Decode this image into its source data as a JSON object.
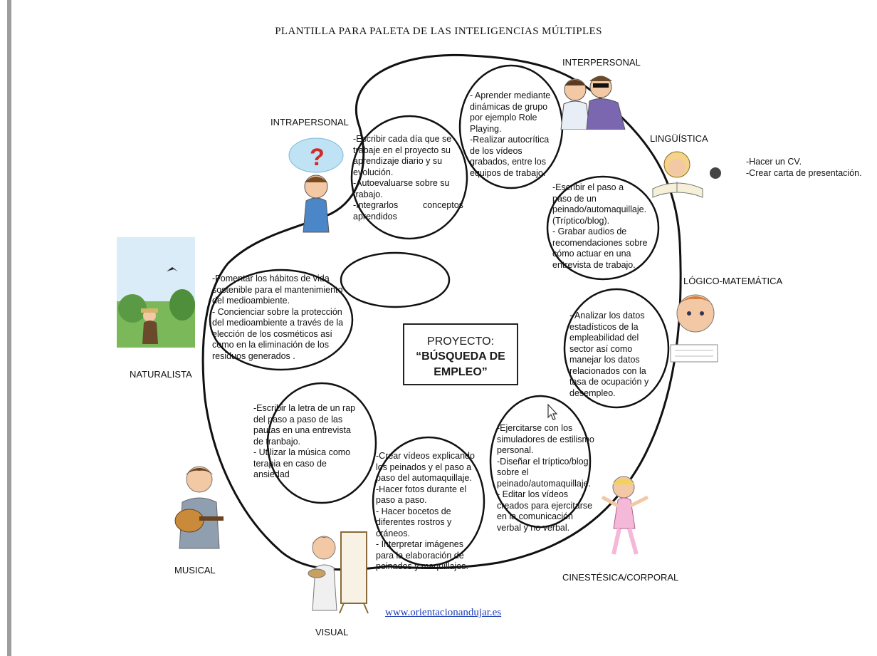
{
  "title": "PLANTILLA PARA PALETA DE  LAS INTELIGENCIAS MÚLTIPLES",
  "center": {
    "line1": "PROYECTO:",
    "line2": "“BÚSQUEDA DE",
    "line3": "EMPLEO”"
  },
  "url": "www.orientacionandujar.es",
  "labels": {
    "interpersonal": "INTERPERSONAL",
    "intrapersonal": "INTRAPERSONAL",
    "linguistica": "LINGÜÍSTICA",
    "logico": "LÓGICO-MATEMÁTICA",
    "naturalista": "NATURALISTA",
    "musical": "MUSICAL",
    "visual": "VISUAL",
    "cinestesica": "CINESTÉSICA/CORPORAL"
  },
  "notes": {
    "interpersonal": [
      "- Aprender mediante",
      "dinámicas de grupo",
      "por ejemplo Role",
      "Playing.",
      "-Realizar autocrítica",
      "de los vídeos",
      "grabados, entre los",
      "equipos de trabajo."
    ],
    "intrapersonal": [
      "-Escribir cada día que se",
      "trabaje en el proyecto su",
      "aprendizaje diario y su",
      "evolución.",
      "-Autoevaluarse sobre su",
      "trabajo.",
      "-Integrarlos          conceptos",
      "aprendidos"
    ],
    "linguistica_left": [
      "-Escribir el paso a",
      "paso de un",
      "peinado/automaquillaje.",
      "(Tríptico/blog).",
      "- Grabar audios de",
      "recomendaciones sobre",
      "cómo actuar en una",
      "entrevista de trabajo."
    ],
    "linguistica_right": [
      "-Hacer un CV.",
      "-Crear carta de presentación."
    ],
    "logico": [
      "- Analizar los datos",
      "estadísticos de la",
      "empleabilidad del",
      "sector así como",
      "manejar los datos",
      "relacionados con la",
      "tasa de ocupación y",
      "desempleo."
    ],
    "naturalista": [
      "-Fomentar los hábitos de vida",
      "sostenible para el mantenimiento",
      "del medioambiente.",
      "- Concienciar sobre la protección",
      "del medioambiente a través de la",
      "elección de los cosméticos así",
      "como en la eliminación de los",
      "residuos generados ."
    ],
    "musical": [
      "-Escribir la letra de un rap",
      "del paso a paso de las",
      "pautas en una entrevista",
      "de tranbajo.",
      "- Utilizar la música como",
      "terapia en caso de",
      "ansiedad"
    ],
    "visual": [
      "-Crear vídeos explicando",
      "los peinados y el paso a",
      "paso del automaquillaje.",
      "-Hacer fotos durante el",
      "paso a paso.",
      "- Hacer bocetos de",
      "diferentes rostros y",
      "cráneos.",
      "- Interpretar imágenes",
      "para la elaboración de",
      "peinados y maquillajes."
    ],
    "cinestesica": [
      "-Ejercitarse con los",
      "simuladores de estilismo",
      "personal.",
      "-Diseñar el tríptico/blog",
      "sobre el",
      "peinado/automaquillaje.",
      "- Editar los vídeos",
      "creados para ejercitarse",
      "en la comunicación",
      "verbal y no verbal."
    ]
  },
  "colors": {
    "outline": "#111111",
    "url": "#1f3fb5",
    "sidebar": "#9e9e9e"
  },
  "icons": [
    "question-cloud-icon",
    "mouse-cursor-icon"
  ]
}
